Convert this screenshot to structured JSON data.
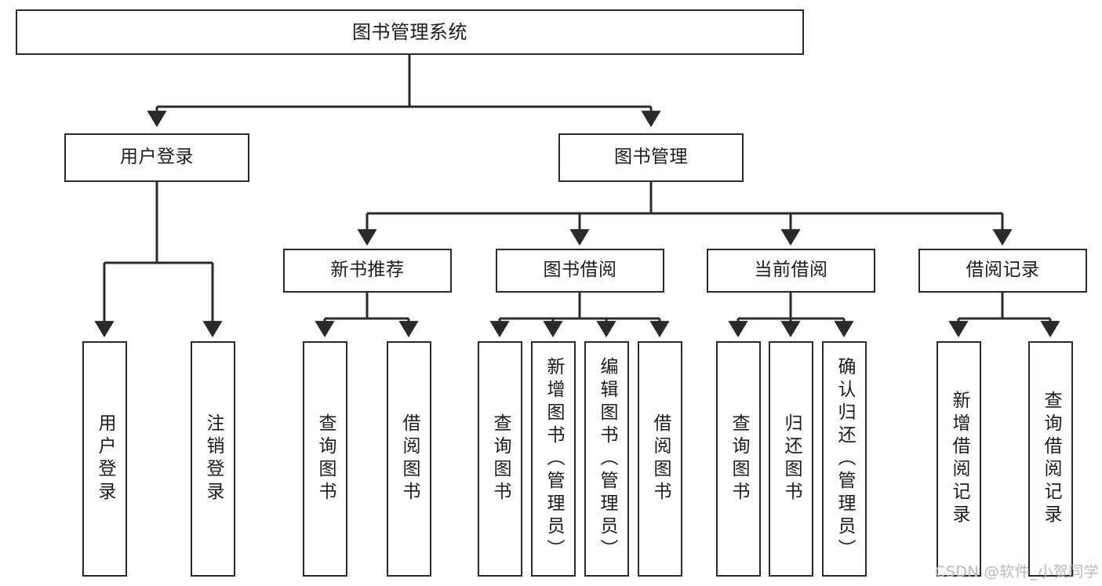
{
  "diagram": {
    "type": "tree-hierarchy-chart",
    "title": "图书管理系统",
    "stroke_color": "#2a2a2a",
    "fill_color": "#ffffff",
    "text_color": "#1c1c1c",
    "levels": [
      {
        "level": 1,
        "nodes": [
          {
            "id": "root",
            "label": "图书管理系统",
            "orientation": "horizontal"
          }
        ]
      },
      {
        "level": 2,
        "nodes": [
          {
            "id": "user-login",
            "label": "用户登录",
            "orientation": "horizontal",
            "parent": "root"
          },
          {
            "id": "book-manage",
            "label": "图书管理",
            "orientation": "horizontal",
            "parent": "root"
          }
        ]
      },
      {
        "level": 3,
        "nodes": [
          {
            "id": "new-book-rec",
            "label": "新书推荐",
            "orientation": "horizontal",
            "parent": "book-manage"
          },
          {
            "id": "book-borrow",
            "label": "图书借阅",
            "orientation": "horizontal",
            "parent": "book-manage"
          },
          {
            "id": "current-borrow",
            "label": "当前借阅",
            "orientation": "horizontal",
            "parent": "book-manage"
          },
          {
            "id": "borrow-record",
            "label": "借阅记录",
            "orientation": "horizontal",
            "parent": "book-manage"
          }
        ]
      },
      {
        "level": 4,
        "nodes": [
          {
            "id": "leaf-1",
            "label": "用户登录",
            "orientation": "vertical",
            "parent": "user-login"
          },
          {
            "id": "leaf-2",
            "label": "注销登录",
            "orientation": "vertical",
            "parent": "user-login"
          },
          {
            "id": "leaf-3",
            "label": "查询图书",
            "orientation": "vertical",
            "parent": "new-book-rec"
          },
          {
            "id": "leaf-4",
            "label": "借阅图书",
            "orientation": "vertical",
            "parent": "new-book-rec"
          },
          {
            "id": "leaf-5",
            "label": "查询图书",
            "orientation": "vertical",
            "parent": "book-borrow"
          },
          {
            "id": "leaf-6",
            "label": "新增图书（管理员）",
            "orientation": "vertical",
            "parent": "book-borrow"
          },
          {
            "id": "leaf-7",
            "label": "编辑图书（管理员）",
            "orientation": "vertical",
            "parent": "book-borrow"
          },
          {
            "id": "leaf-8",
            "label": "借阅图书",
            "orientation": "vertical",
            "parent": "book-borrow"
          },
          {
            "id": "leaf-9",
            "label": "查询图书",
            "orientation": "vertical",
            "parent": "current-borrow"
          },
          {
            "id": "leaf-10",
            "label": "归还图书",
            "orientation": "vertical",
            "parent": "current-borrow"
          },
          {
            "id": "leaf-11",
            "label": "确认归还（管理员）",
            "orientation": "vertical",
            "parent": "current-borrow"
          },
          {
            "id": "leaf-12",
            "label": "新增借阅记录",
            "orientation": "vertical",
            "parent": "borrow-record"
          },
          {
            "id": "leaf-13",
            "label": "查询借阅记录",
            "orientation": "vertical",
            "parent": "borrow-record"
          }
        ]
      }
    ]
  },
  "watermark": {
    "text": "CSDN @软件_小贺同学"
  }
}
